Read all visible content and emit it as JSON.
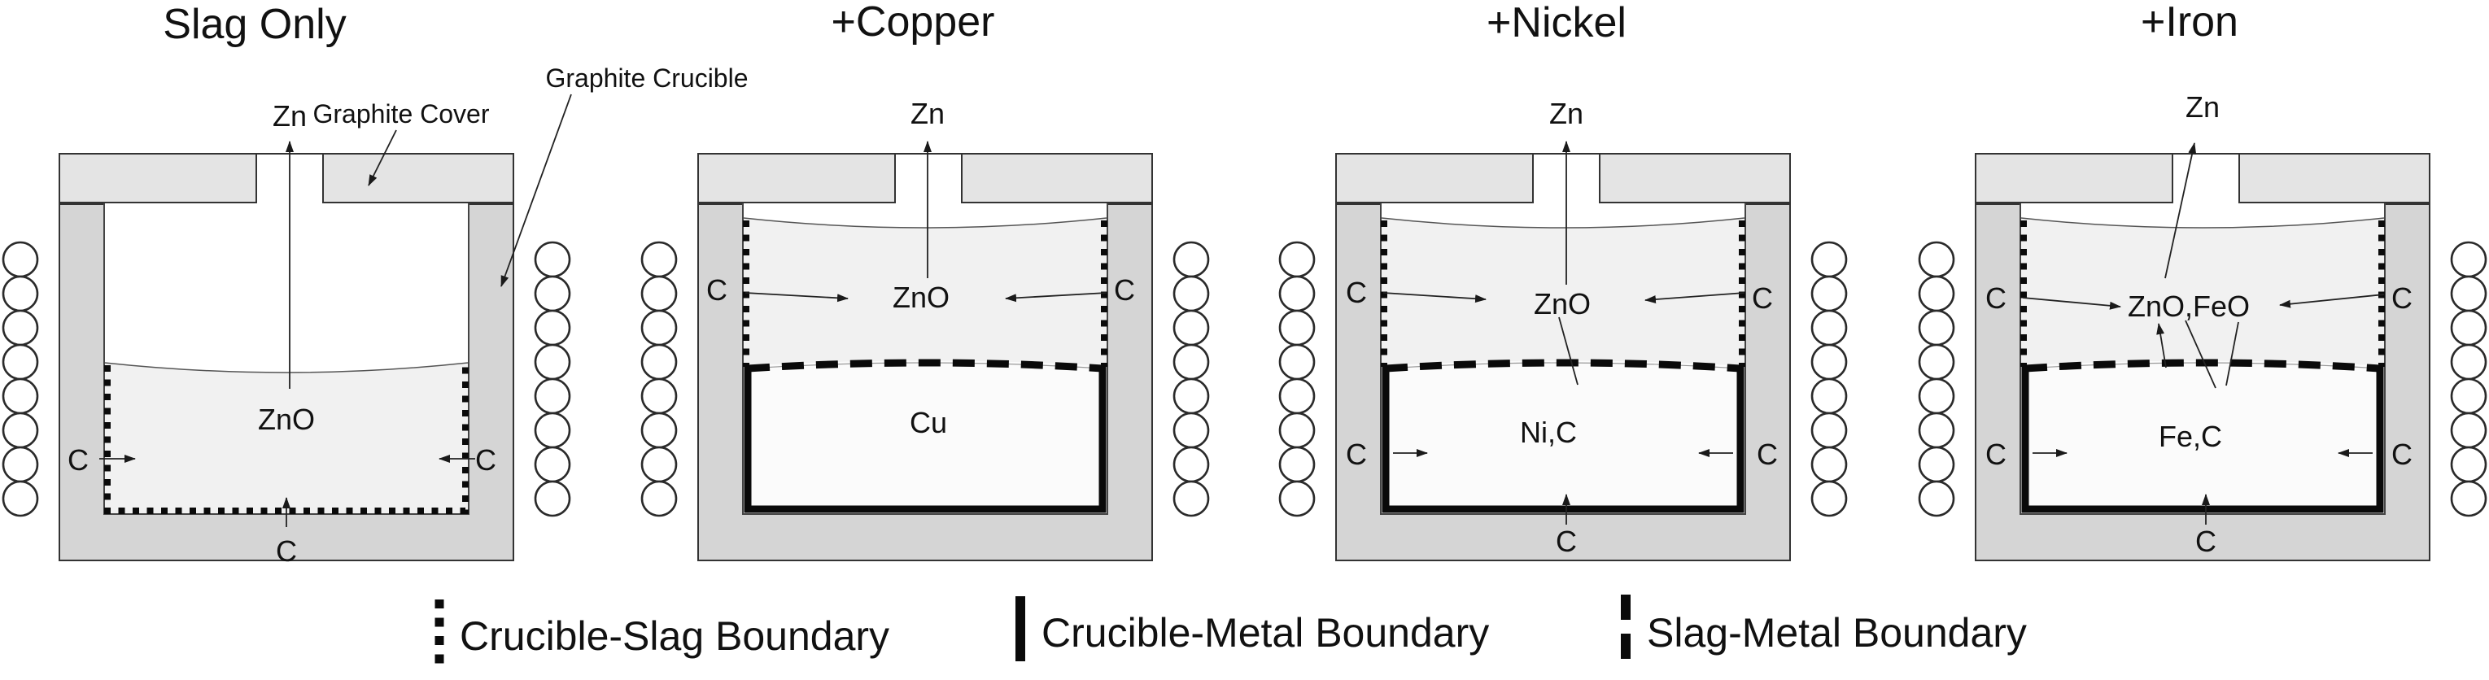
{
  "panels": [
    {
      "id": "slag-only",
      "title": "Slag Only",
      "zn_label": "Zn",
      "slag_label": "ZnO",
      "carbon_left": "C",
      "carbon_right": "C",
      "carbon_bottom": "C"
    },
    {
      "id": "copper",
      "title": "+Copper",
      "zn_label": "Zn",
      "slag_label": "ZnO",
      "metal_label": "Cu",
      "carbon_slag_left": "C",
      "carbon_slag_right": "C"
    },
    {
      "id": "nickel",
      "title": "+Nickel",
      "zn_label": "Zn",
      "slag_label": "ZnO",
      "metal_label": "Ni,C",
      "carbon_slag_left": "C",
      "carbon_slag_right": "C",
      "carbon_metal_left": "C",
      "carbon_metal_right": "C",
      "carbon_bottom": "C"
    },
    {
      "id": "iron",
      "title": "+Iron",
      "zn_label": "Zn",
      "slag_label": "ZnO,FeO",
      "metal_label": "Fe,C",
      "carbon_slag_left": "C",
      "carbon_slag_right": "C",
      "carbon_metal_left": "C",
      "carbon_metal_right": "C",
      "carbon_bottom": "C"
    }
  ],
  "annotations": {
    "graphite_crucible": "Graphite Crucible",
    "graphite_cover": "Graphite Cover"
  },
  "legend": {
    "crucible_slag": "Crucible-Slag Boundary",
    "crucible_metal": "Crucible-Metal Boundary",
    "slag_metal": "Slag-Metal Boundary"
  },
  "colors": {
    "crucible_wall": "#d5d5d5",
    "graphite_cover": "#e4e4e4",
    "slag_fill": "#f1f1f1",
    "metal_fill": "#fbfbfb",
    "line": "#1a1a1a",
    "background": "#ffffff"
  }
}
